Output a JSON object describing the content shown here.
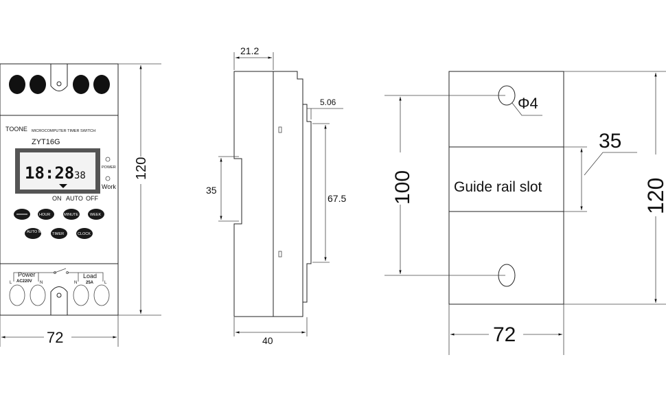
{
  "front_view": {
    "brand": "TOONE",
    "header": "MICROCOMPUTER TIMER SWITCH",
    "model": "ZYT16G",
    "display_main": "18:28",
    "display_seconds": "38",
    "indicator_power": "POWER",
    "indicator_work": "Work",
    "modes": [
      "ON",
      "AUTO",
      "OFF"
    ],
    "buttons_row1": [
      "",
      "HOUR",
      "MINUTE",
      "WEEK"
    ],
    "buttons_row2": [
      "AUTO MANU",
      "TIMER",
      "CLOCK"
    ],
    "power_label": "Power",
    "power_spec": "AC220V",
    "load_label": "Load",
    "load_spec": "25A",
    "term_l1": "L",
    "term_n1": "N",
    "term_n2": "N",
    "term_l2": "L",
    "dim_width": "72",
    "dim_height": "120"
  },
  "side_view": {
    "dim_top": "21.2",
    "dim_step": "5.06",
    "dim_rail": "35",
    "dim_inner": "67.5",
    "dim_depth": "40"
  },
  "back_view": {
    "hole_label": "Φ4",
    "slot_label": "Guide rail slot",
    "dim_slot": "35",
    "dim_holes": "100",
    "dim_height": "120",
    "dim_width": "72"
  }
}
